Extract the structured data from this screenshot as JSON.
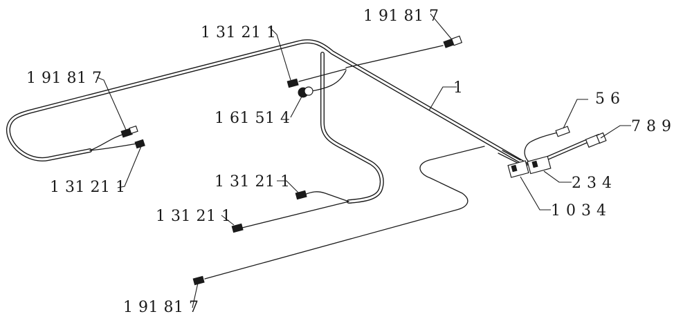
{
  "colors": {
    "line": "#1a1a1a",
    "background": "#ffffff"
  },
  "labels": {
    "top_right_connector": "1 91 81 7",
    "top_center_connector": "1 31 21 1",
    "left_connector": "1 91 81 7",
    "left_lower_connector": "1 31 21 1",
    "grommet": "1 61 51 4",
    "main_harness": "1",
    "branch_56": "5 6",
    "branch_789": "7 8 9",
    "junction_234": "2 3 4",
    "junction_1034": "1 0 3 4",
    "center_connector": "1 31 21 1",
    "bottom_left_connector": "1 31 21 1",
    "bottom_connector": "1 91 81 7"
  }
}
